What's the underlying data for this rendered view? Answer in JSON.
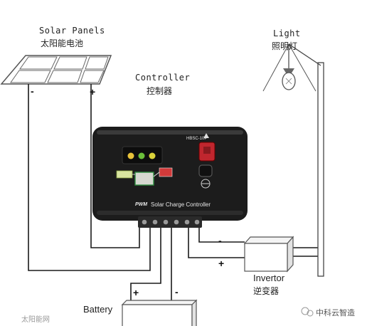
{
  "solar_panels": {
    "label_en": "Solar Panels",
    "label_cn": "太阳能电池",
    "minus": "-",
    "plus": "+"
  },
  "controller": {
    "label_en": "Controller",
    "label_cn": "控制器",
    "model": "HBSC-10P",
    "brand": "PWM",
    "product_name": "Solar Charge Controller",
    "led_colors": [
      "#e8c23a",
      "#6bbf3a",
      "#d9d23a"
    ]
  },
  "light": {
    "label_en": "Light",
    "label_cn": "照明灯"
  },
  "inverter": {
    "label_en": "Invertor",
    "label_cn": "逆变器",
    "minus": "-",
    "plus": "+"
  },
  "battery": {
    "label_en": "Battery",
    "minus": "-",
    "plus": "+"
  },
  "watermarks": {
    "left": "太阳能网",
    "right": "中科云智造"
  },
  "colors": {
    "wire": "#1a1a1a",
    "controller_body": "#1c1c1c",
    "switch": "#c0262e"
  }
}
